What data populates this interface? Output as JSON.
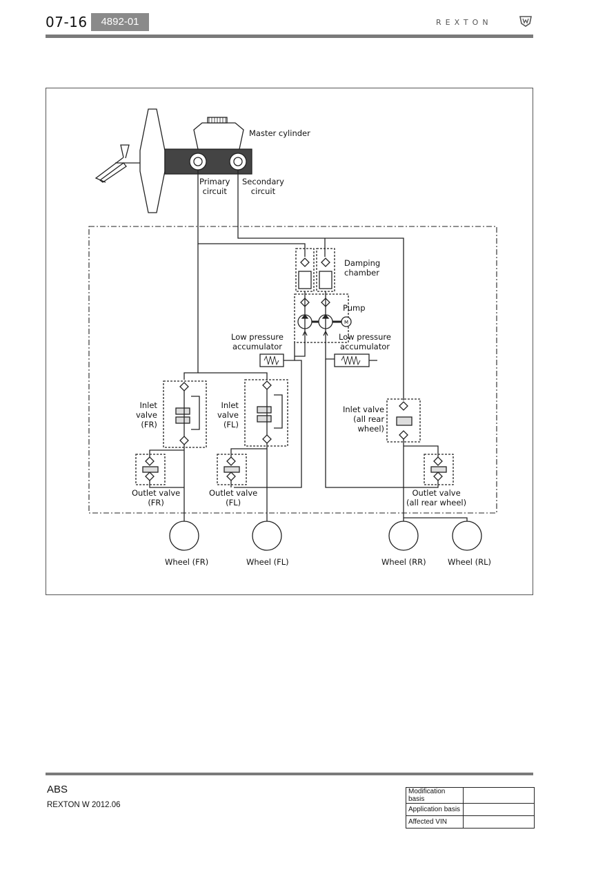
{
  "header": {
    "page_number": "07-16",
    "section_code": "4892-01",
    "brand": "REXTON"
  },
  "diagram": {
    "labels": {
      "master_cylinder": "Master cylinder",
      "primary_circuit": "Primary\ncircuit",
      "secondary_circuit": "Secondary\ncircuit",
      "damping_chamber": "Damping\nchamber",
      "pump": "Pump",
      "low_pressure_left": "Low pressure\naccumulator",
      "low_pressure_right": "Low pressure\naccumulator",
      "inlet_fr": "Inlet\nvalve\n(FR)",
      "inlet_fl": "Inlet\nvalve\n(FL)",
      "inlet_rear": "Inlet valve\n(all rear\nwheel)",
      "outlet_fr": "Outlet valve\n(FR)",
      "outlet_fl": "Outlet valve\n(FL)",
      "outlet_rear": "Outlet valve\n(all rear wheel)",
      "wheel_fr": "Wheel (FR)",
      "wheel_fl": "Wheel (FL)",
      "wheel_rr": "Wheel (RR)",
      "wheel_rl": "Wheel (RL)"
    },
    "motor_symbol": "M"
  },
  "footer": {
    "section": "ABS",
    "model": "REXTON W 2012.06",
    "info_rows": [
      {
        "key": "Modification basis",
        "value": ""
      },
      {
        "key": "Application basis",
        "value": ""
      },
      {
        "key": "Affected VIN",
        "value": ""
      }
    ]
  }
}
